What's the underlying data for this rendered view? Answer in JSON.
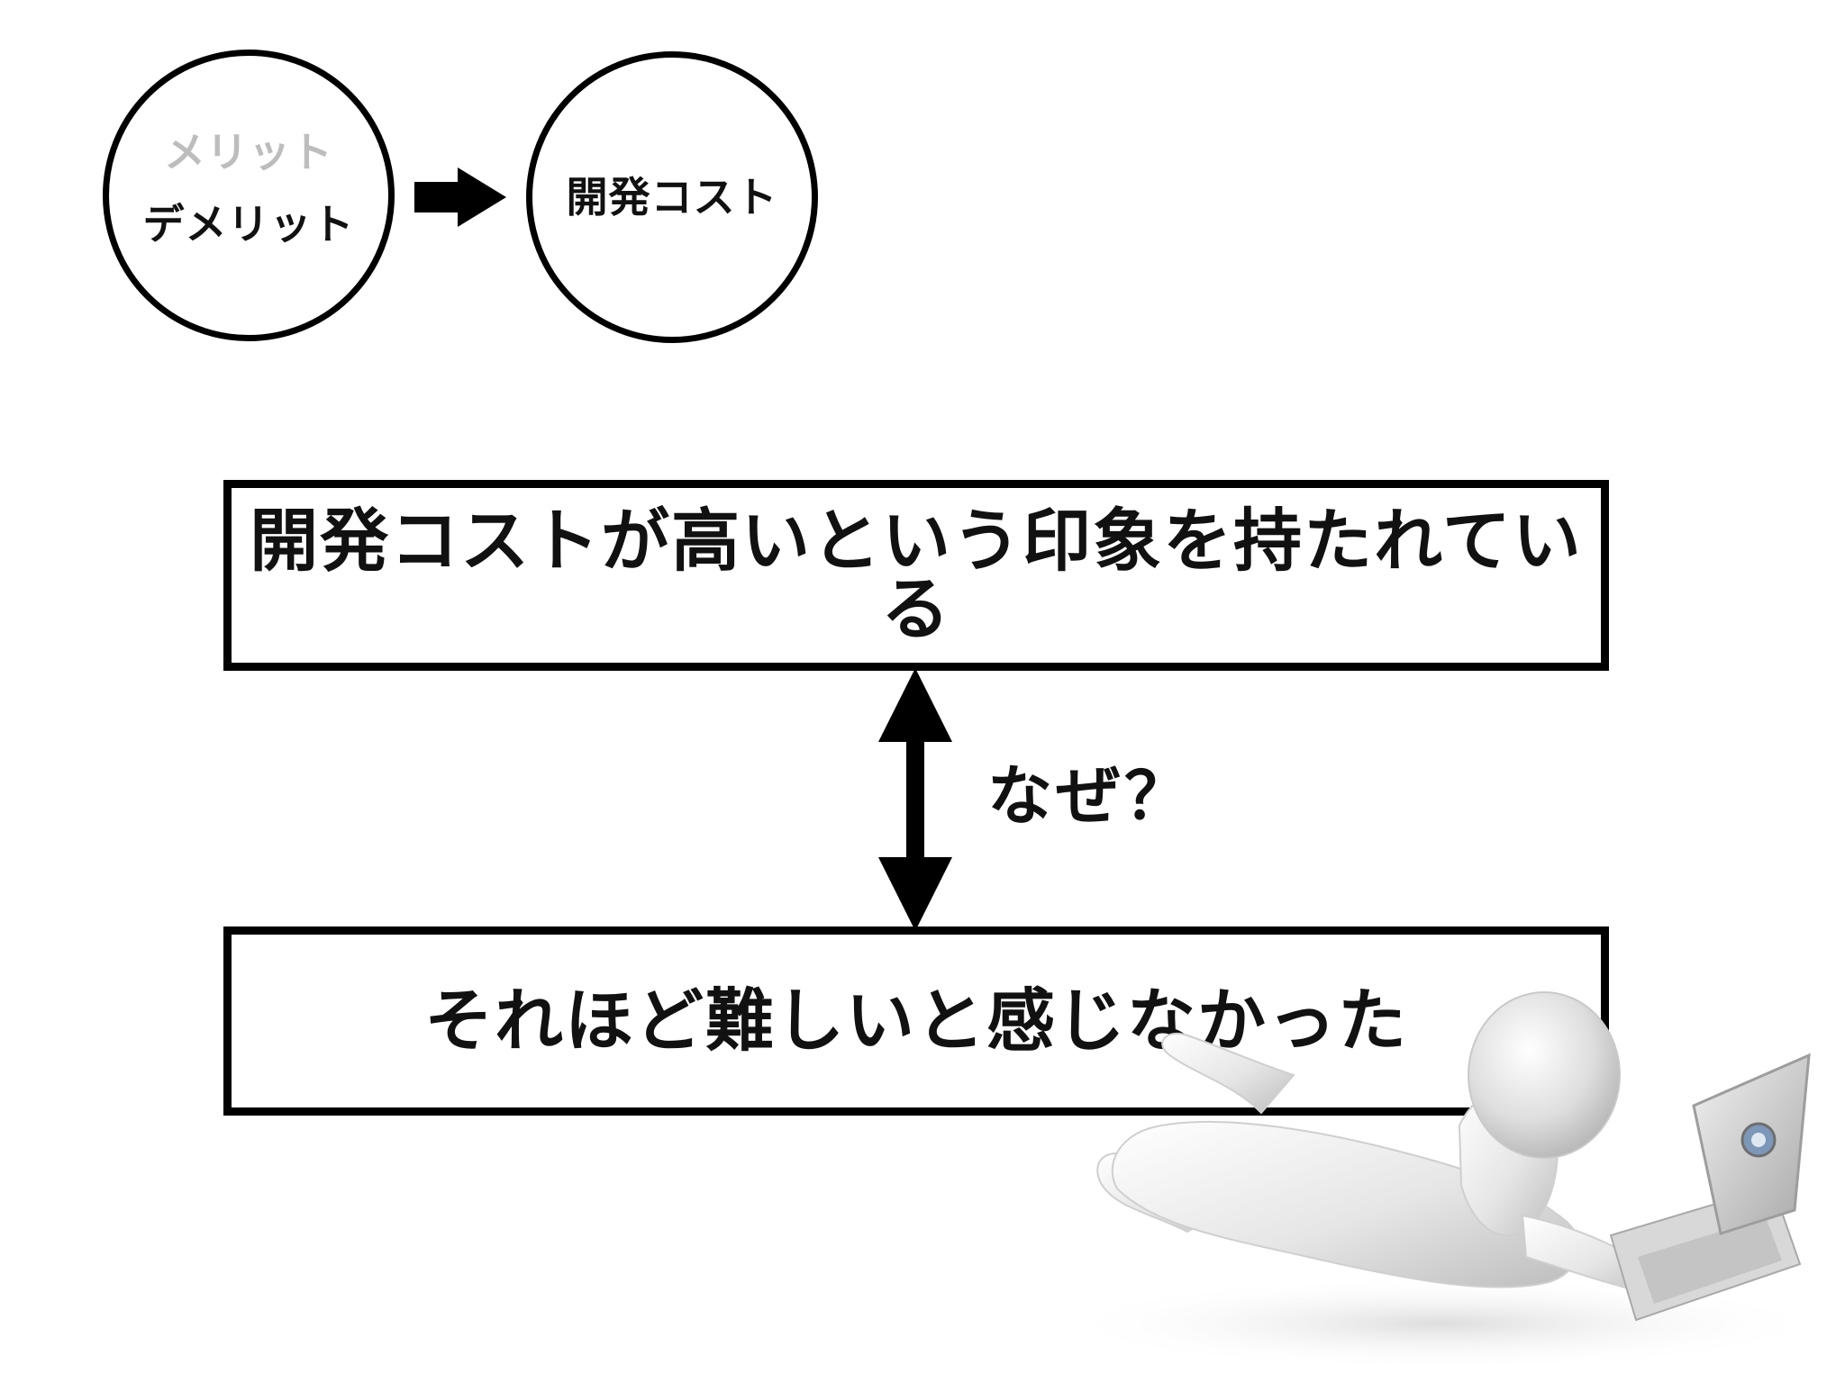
{
  "flow": {
    "left_circle": {
      "top_text": "メリット",
      "bottom_text": "デメリット"
    },
    "right_circle": {
      "text": "開発コスト"
    }
  },
  "main": {
    "top_box_text": "開発コストが高いという印象を持たれている",
    "question_text": "なぜ？",
    "bottom_box_text": "それほど難しいと感じなかった"
  },
  "colors": {
    "faded_text": "#bdbdbd",
    "primary_text": "#111111",
    "line": "#000000",
    "background": "#ffffff"
  },
  "icons": {
    "flow_arrow": "right-arrow-icon",
    "double_arrow": "up-down-arrow-icon",
    "illustration": "person-with-laptop-illustration"
  }
}
